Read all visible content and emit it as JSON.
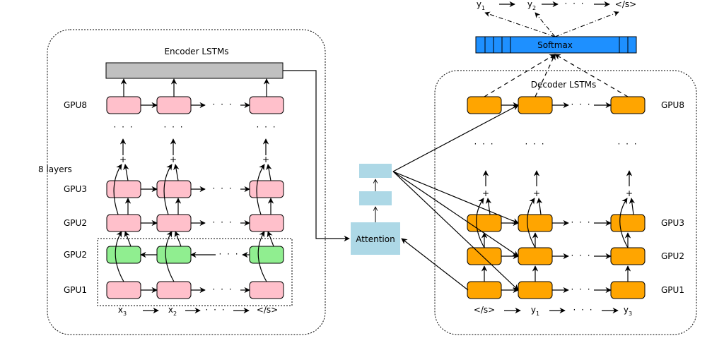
{
  "colors": {
    "encoder_cell": "#ffc0cb",
    "backward_cell": "#90ee90",
    "decoder_cell": "#ffa500",
    "attention": "#add8e6",
    "softmax": "#1e90ff",
    "encoder_output": "#c0c0c0"
  },
  "encoder": {
    "title": "Encoder LSTMs",
    "layers_label": "8 layers",
    "rows": [
      {
        "label": "GPU8",
        "type": "forward"
      },
      {
        "label": "GPU3",
        "type": "forward"
      },
      {
        "label": "GPU2",
        "type": "forward"
      },
      {
        "label": "GPU2",
        "type": "backward"
      },
      {
        "label": "GPU1",
        "type": "forward"
      }
    ],
    "inputs": [
      {
        "base": "x",
        "sub": "3"
      },
      {
        "base": "x",
        "sub": "2"
      },
      {
        "base": "</s>",
        "sub": ""
      }
    ]
  },
  "attention": {
    "label": "Attention"
  },
  "decoder": {
    "title": "Decoder LSTMs",
    "rows": [
      {
        "label": "GPU8"
      },
      {
        "label": "GPU3"
      },
      {
        "label": "GPU2"
      },
      {
        "label": "GPU1"
      }
    ],
    "inputs": [
      {
        "base": "</s>",
        "sub": ""
      },
      {
        "base": "y",
        "sub": "1"
      },
      {
        "base": "y",
        "sub": "3"
      }
    ]
  },
  "softmax": {
    "label": "Softmax"
  },
  "outputs": [
    {
      "base": "y",
      "sub": "1"
    },
    {
      "base": "y",
      "sub": "2"
    },
    {
      "base": "</s>",
      "sub": ""
    }
  ],
  "ellipsis": "· · ·",
  "plus": "+"
}
